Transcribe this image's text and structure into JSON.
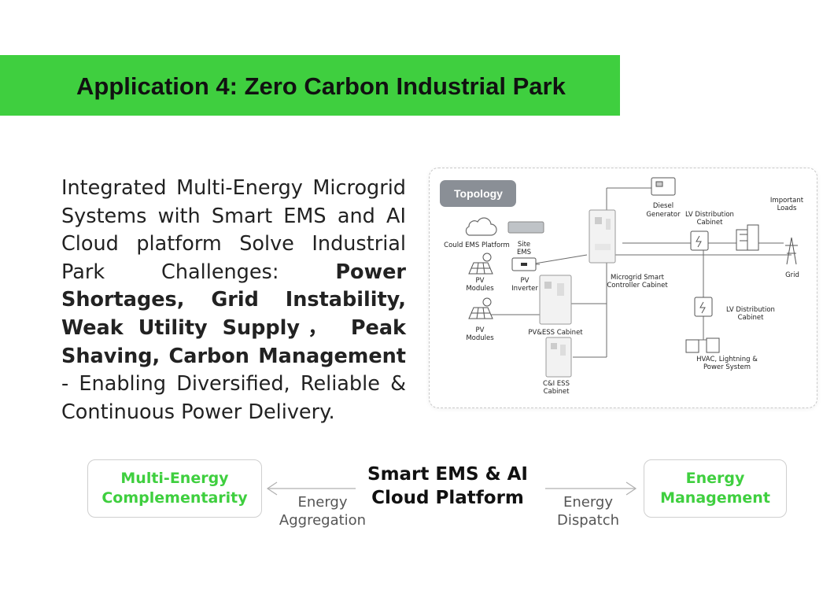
{
  "banner": {
    "title": "Application 4: Zero Carbon Industrial Park"
  },
  "intro": {
    "text_a": "Integrated Multi-Energy Microgrid Systems with Smart EMS and AI Cloud platform Solve Industrial Park Challenges: ",
    "text_bold": "Power Shortages, Grid Instability, Weak Utility Supply， Peak Shaving, Carbon Management",
    "text_b": " - Enabling Diversified, Reliable & Continuous Power Delivery."
  },
  "topology": {
    "badge": "Topology",
    "labels": {
      "cloud_ems": "Could EMS Platform",
      "site_ems_1": "Site",
      "site_ems_2": "EMS",
      "pv_modules_top_1": "PV",
      "pv_modules_top_2": "Modules",
      "pv_inverter_1": "PV",
      "pv_inverter_2": "Inverter",
      "pv_modules_bottom_1": "PV",
      "pv_modules_bottom_2": "Modules",
      "pv_ess_cabinet": "PV&ESS Cabinet",
      "ci_ess_1": "C&I ESS",
      "ci_ess_2": "Cabinet",
      "microgrid_1": "Microgrid Smart",
      "microgrid_2": "Controller Cabinet",
      "diesel_1": "Diesel",
      "diesel_2": "Generator",
      "lv_top_1": "LV Distribution",
      "lv_top_2": "Cabinet",
      "important_1": "Important",
      "important_2": "Loads",
      "grid": "Grid",
      "lv_bottom_1": "LV Distribution",
      "lv_bottom_2": "Cabinet",
      "hvac_1": "HVAC, Lightning &",
      "hvac_2": "Power System"
    }
  },
  "flow": {
    "left_box_1": "Multi-Energy",
    "left_box_2": "Complementarity",
    "center_1": "Smart EMS & AI",
    "center_2": "Cloud Platform",
    "right_box_1": "Energy",
    "right_box_2": "Management",
    "left_label_1": "Energy",
    "left_label_2": "Aggregation",
    "right_label_1": "Energy",
    "right_label_2": "Dispatch"
  },
  "colors": {
    "accent": "#3fcf3f",
    "badge": "#8a8f96",
    "line": "#6b6b6b"
  }
}
